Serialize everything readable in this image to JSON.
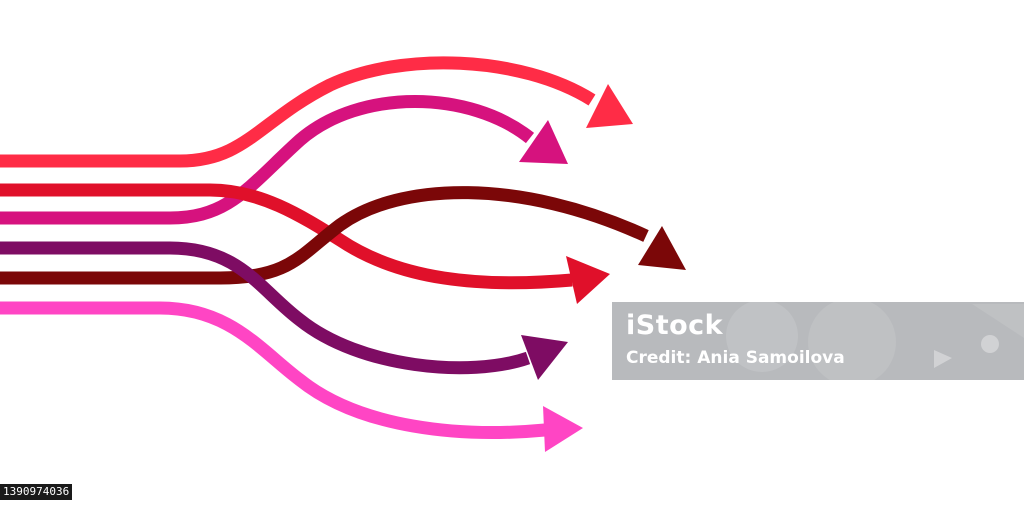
{
  "illustration": {
    "arrows": [
      {
        "color": "#ff2c46"
      },
      {
        "color": "#d6127e"
      },
      {
        "color": "#e0102a"
      },
      {
        "color": "#7b0708"
      },
      {
        "color": "#7e0c63"
      },
      {
        "color": "#ff45c4"
      }
    ]
  },
  "watermark": {
    "logo": "iStock",
    "credit": "Credit: Ania Samoilova"
  },
  "image_id": "1390974036"
}
